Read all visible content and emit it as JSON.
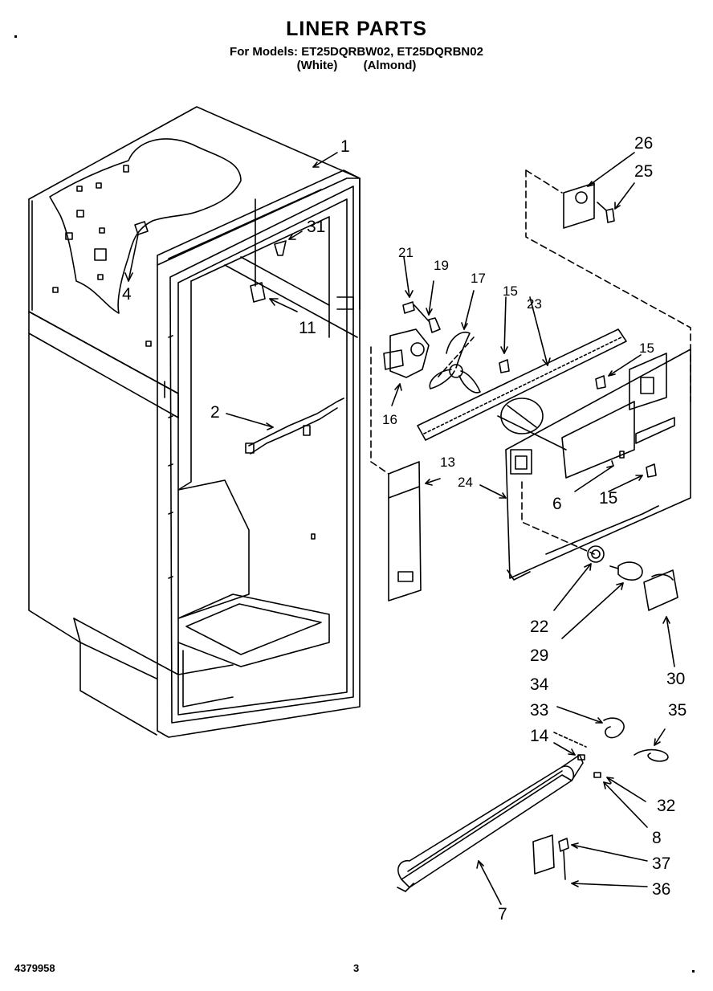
{
  "header": {
    "title": "LINER PARTS",
    "models_prefix": "For Models:",
    "model_1": "ET25DQRBW02,",
    "model_2": "ET25DQRBN02",
    "finish_1": "(White)",
    "finish_2": "(Almond)"
  },
  "callouts": {
    "c1": "1",
    "c2": "2",
    "c4": "4",
    "c6": "6",
    "c7": "7",
    "c8": "8",
    "c11": "11",
    "c13": "13",
    "c14": "14",
    "c15a": "15",
    "c15b": "15",
    "c15c": "15",
    "c16": "16",
    "c17": "17",
    "c19": "19",
    "c21": "21",
    "c22": "22",
    "c23": "23",
    "c24": "24",
    "c25": "25",
    "c26": "26",
    "c29": "29",
    "c30": "30",
    "c31": "31",
    "c32": "32",
    "c33": "33",
    "c34": "34",
    "c35": "35",
    "c36": "36",
    "c37": "37"
  },
  "footer": {
    "part_number": "4379958",
    "page": "3"
  }
}
